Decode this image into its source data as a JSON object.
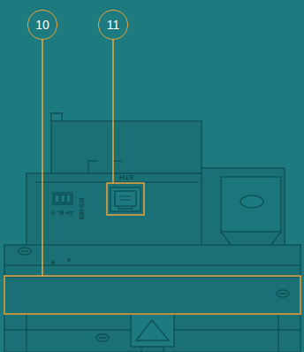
{
  "diagram": {
    "nodes": [
      {
        "text": [
          "10"
        ]
      },
      {
        "text": [
          "11"
        ]
      }
    ],
    "labels": [
      "RS485",
      "A+ B- S",
      "ETH"
    ]
  }
}
